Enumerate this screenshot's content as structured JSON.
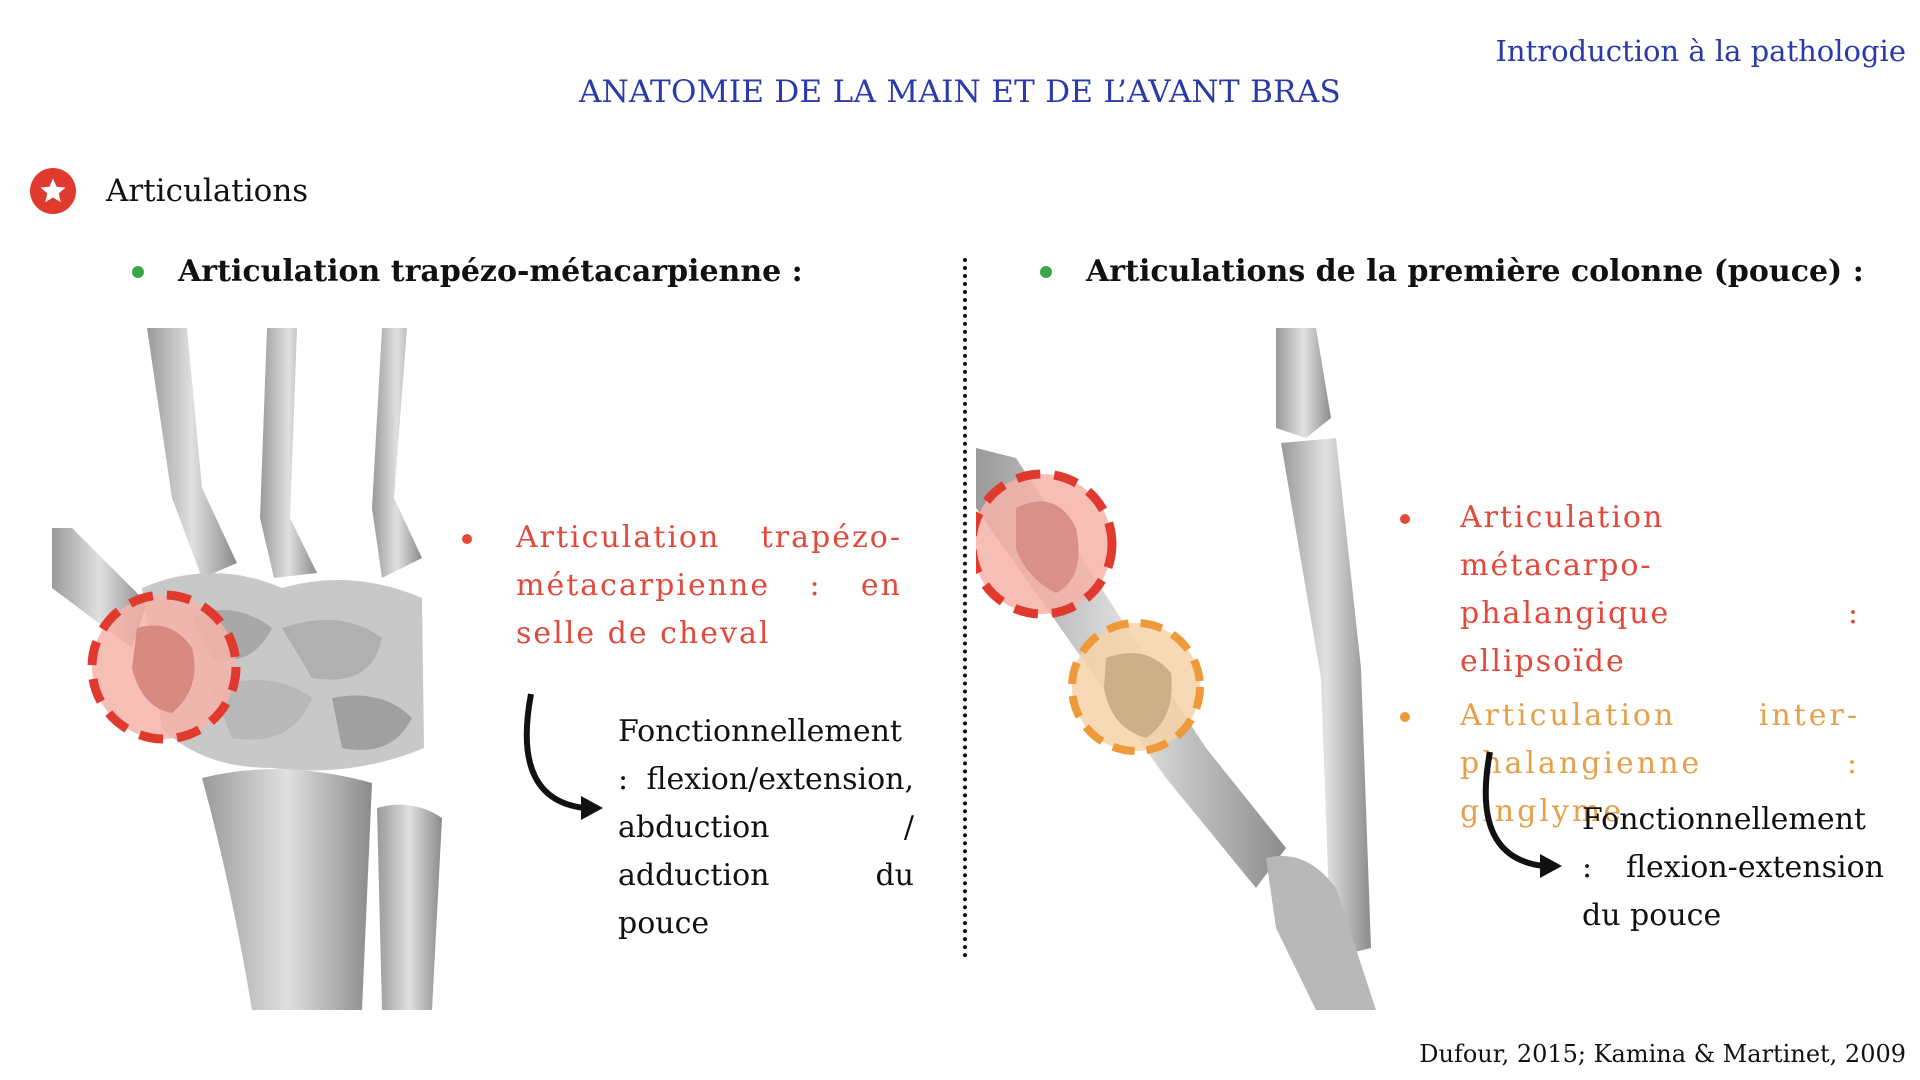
{
  "header": {
    "context": "Introduction à la pathologie",
    "title": "ANATOMIE DE LA MAIN ET DE L’AVANT BRAS"
  },
  "section": {
    "label": "Articulations",
    "icon": "star-icon"
  },
  "left": {
    "heading": "Articulation trapézo-métacarpienne :",
    "bullet": "Articulation trapézo-métacarpienne : en selle de cheval",
    "bullet_color": "#e2493a",
    "functional": "Fonctionnellement : flexion/extension, abduction / adduction du pouce"
  },
  "right": {
    "heading": "Articulations de la première colonne (pouce) :",
    "bullets": [
      {
        "text": "Articulation métacarpo-phalangique : ellipsoïde",
        "color": "#e2493a"
      },
      {
        "text": "Articulation inter-phalangienne : ginglyme",
        "color": "#e6a04a"
      }
    ],
    "functional": "Fonctionnellement : flexion-extension du pouce"
  },
  "footer": {
    "citation": "Dufour, 2015; Kamina & Martinet, 2009"
  },
  "colors": {
    "title_blue": "#2a3aa8",
    "accent_red": "#e03a2e",
    "bullet_green": "#3aa64a",
    "highlight_red": "#e2493a",
    "highlight_orange": "#ee9a3a"
  }
}
